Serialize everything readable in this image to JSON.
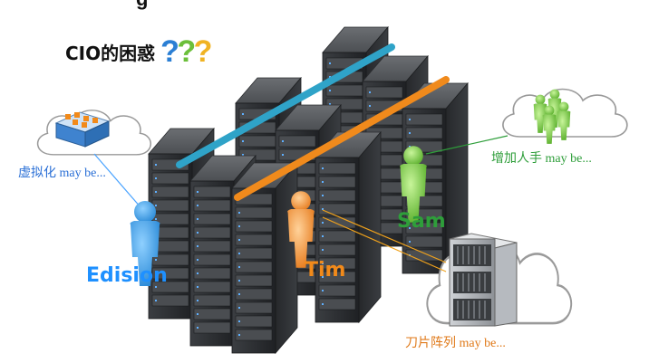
{
  "title": {
    "text": "CIO的困惑",
    "question_marks": [
      "?",
      "?",
      "?"
    ]
  },
  "top_cut_text": "g",
  "people": {
    "edision": {
      "name": "Edision",
      "color": "#1e90ff"
    },
    "tim": {
      "name": "Tim",
      "color": "#f28a1a"
    },
    "sam": {
      "name": "Sam",
      "color": "#2e9e3a"
    }
  },
  "captions": {
    "virtualization": {
      "text": "虚拟化 may be...",
      "color": "#2a6fd6"
    },
    "add_staff": {
      "text": "增加人手 may be...",
      "color": "#2e9e3a"
    },
    "blade_array": {
      "text": "刀片阵列 may be...",
      "color": "#e07a1a"
    }
  },
  "colors": {
    "question_blue": "#2b7fd4",
    "question_green": "#6bbf3a",
    "question_yellow": "#f0b323",
    "rack_dark": "#2f3134",
    "rack_top": "#5a5d61",
    "cable_blue": "#2fa3c8",
    "cable_orange": "#f08a1c"
  }
}
